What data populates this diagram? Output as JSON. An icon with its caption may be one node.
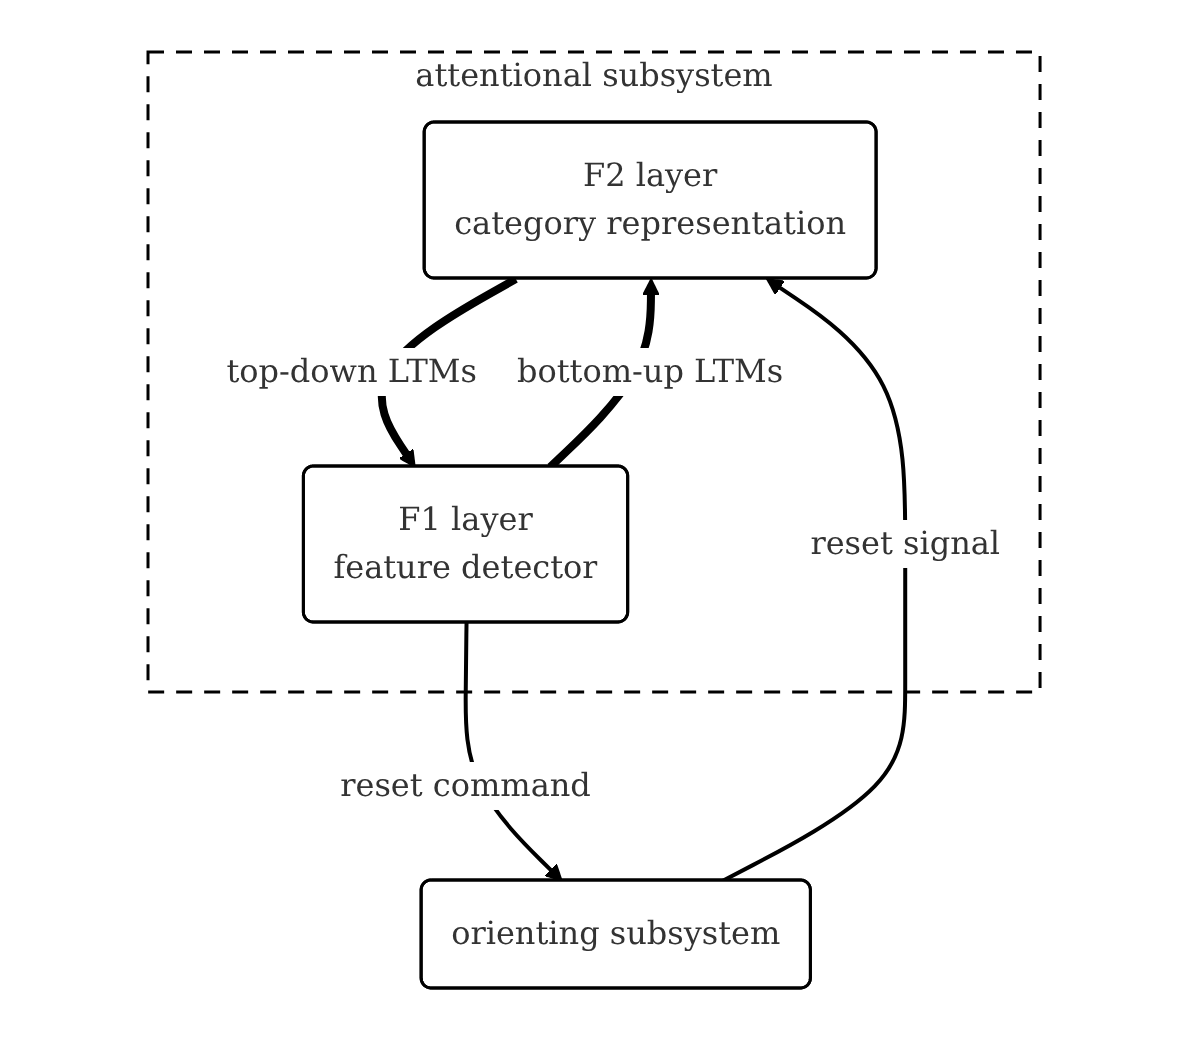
{
  "diagram": {
    "nodes": [
      {
        "text": [
          "attentional subsystem"
        ]
      },
      {
        "text": [
          "F2 layer",
          "category representation"
        ],
        "in": 0
      },
      {
        "text": [
          "F1 layer",
          "feature detector"
        ],
        "in": 0
      },
      {
        "text": [
          "orienting subsystem"
        ]
      }
    ],
    "edges": [
      {
        "from": 2,
        "to": 1,
        "arrow": "to",
        "label": "bottom-up LTMs",
        "style": "thick"
      },
      {
        "from": 1,
        "to": 2,
        "arrow": "to",
        "label": "top-down LTMs",
        "style": "thick"
      },
      {
        "from": 2,
        "to": 3,
        "arrow": "to",
        "label": "reset command"
      },
      {
        "from": 3,
        "to": 1,
        "arrow": "to",
        "label": "reset signal"
      }
    ]
  }
}
